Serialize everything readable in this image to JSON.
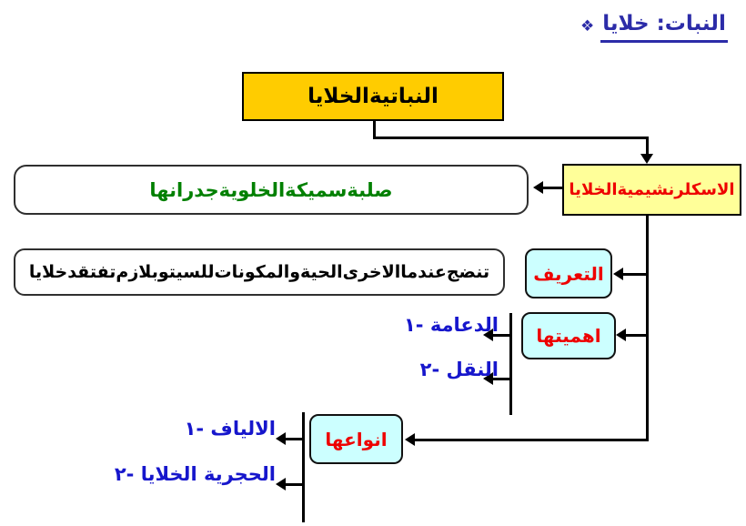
{
  "title": {
    "bullet": "❖",
    "text": "خلايا النبات:"
  },
  "chart": {
    "root_label": "الخلايا النباتية",
    "cell_type_label": "الخلايا الاسكلرنشيمية",
    "wall_property": "جدرانها الخلوية سميكة صلبة",
    "sections": {
      "definition": {
        "label": "التعريف",
        "text": "خلايا تفتقد للسيتوبلازم والمكونات الحية الاخرى عندما تنضج"
      },
      "importance": {
        "label": "اهميتها",
        "items": [
          "١- الدعامة",
          "٢- النقل"
        ]
      },
      "types": {
        "label": "انواعها",
        "items": [
          "١- الالياف",
          "٢- الخلايا الحجرية"
        ]
      }
    }
  },
  "colors": {
    "root_fill": "#FFCC00",
    "cell_type_fill": "#FFFF99",
    "section_fill": "#CCFFFF",
    "title_blue": "#2C2CA8",
    "item_blue": "#1616CC",
    "label_red": "#EE0000",
    "wall_green": "#008000",
    "connector_black": "#000000"
  }
}
